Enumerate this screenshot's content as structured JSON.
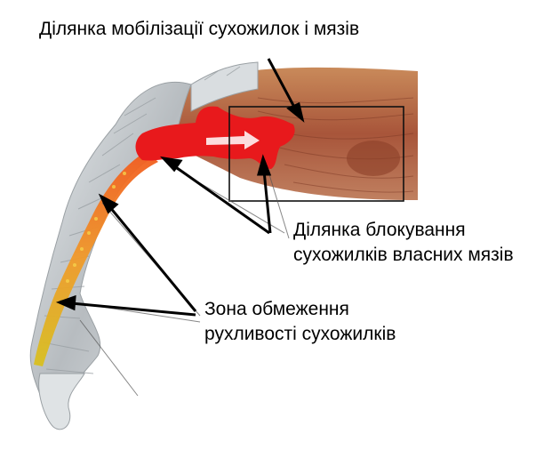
{
  "labels": {
    "mobilization": "Ділянка мобілізації сухожилок і мязів",
    "block_line1": "Ділянка блокування",
    "block_line2": "сухожилків власних мязів",
    "zone_line1": "Зона обмеження",
    "zone_line2": "рухливості сухожилків"
  },
  "colors": {
    "highlight_red": "#e8191c",
    "tendon_orange": "#f08a2a",
    "tendon_yellow": "#d8c020",
    "muscle": "#a8553a",
    "tendon_gray": "#c9ccce"
  }
}
